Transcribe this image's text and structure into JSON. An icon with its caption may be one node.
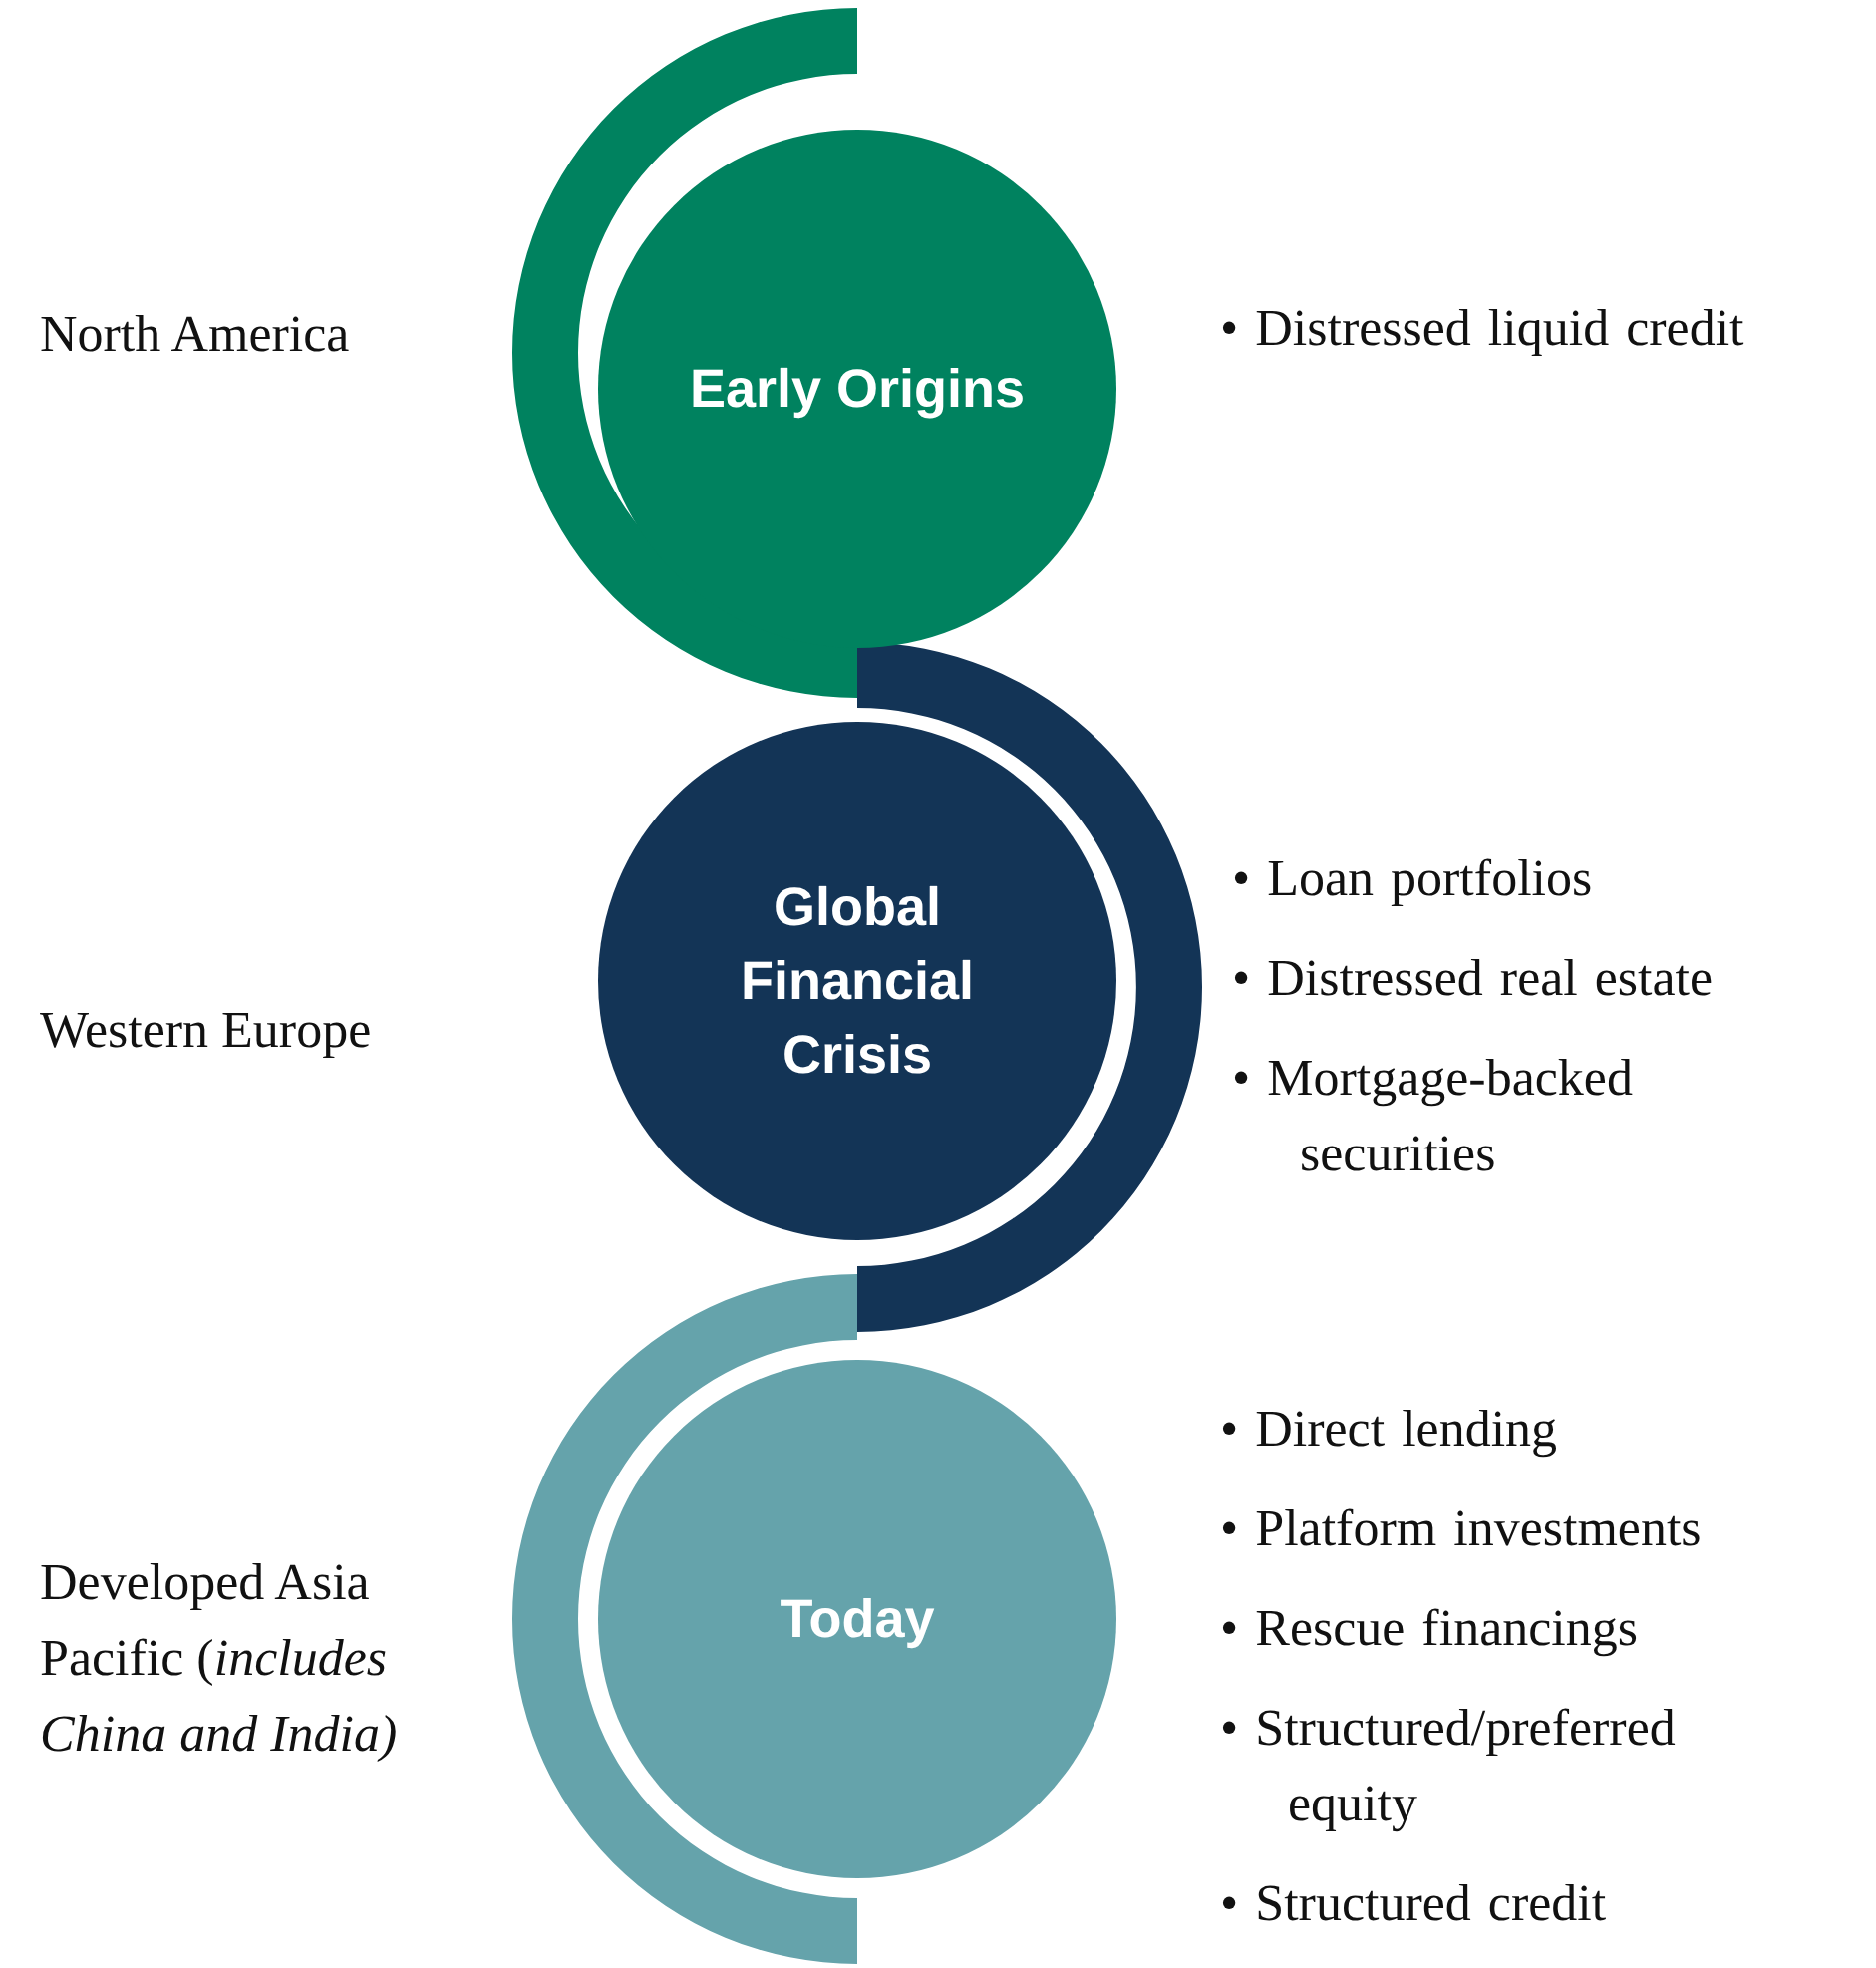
{
  "diagram": {
    "nodes": [
      {
        "text": [
          "Early Origins"
        ],
        "beside": [
          "• Distressed liquid credit"
        ]
      },
      {
        "text": [
          "Global Financial Crisis"
        ],
        "beside": [
          "• Loan portfolios",
          "• Distressed real estate",
          "• Mortgage-backed securities"
        ]
      },
      {
        "text": [
          "Today"
        ],
        "beside": [
          "• Direct lending",
          "• Platform investments",
          "• Rescue financings",
          "• Structured/preferred equity",
          "• Structured credit"
        ]
      }
    ],
    "edges": [],
    "labels": [
      "North America",
      "Western Europe",
      "Developed Asia Pacific (*includes China and India)*"
    ]
  }
}
